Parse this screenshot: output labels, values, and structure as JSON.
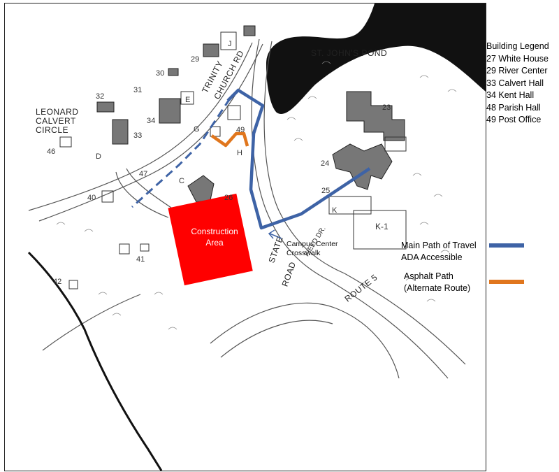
{
  "legend": {
    "title": "Building Legend",
    "items": [
      "27 White House",
      "29 River Center",
      "33 Calvert Hall",
      "34 Kent Hall",
      "48 Parish Hall",
      "49 Post Office"
    ]
  },
  "path_legend": {
    "main": {
      "line1": "Main Path of Travel",
      "line2": "ADA Accessible",
      "color": "#3e63a6"
    },
    "alternate": {
      "line1": "Asphalt Path",
      "line2": "(Alternate Route)",
      "color": "#e0761d"
    }
  },
  "map": {
    "pond_label": "ST. JOHN'S POND",
    "circle_label_1": "LEONARD",
    "circle_label_2": "CALVERT",
    "circle_label_3": "CIRCLE",
    "trinity_label_1": "TRINITY",
    "trinity_label_2": "CHURCH RD",
    "state_label": "STATE",
    "road_label": "ROAD",
    "route_label": "ROUTE 5",
    "field_label": "FIELD DR.",
    "construction_line1": "Construction",
    "construction_line2": "Area",
    "construction_color": "#ff0000",
    "crosswalk_line1": "Campus Center",
    "crosswalk_line2": "Crosswalk",
    "building_numbers": {
      "n23": "23",
      "n24": "24",
      "n25": "25",
      "n26": "26",
      "n29": "29",
      "n30": "30",
      "n31": "31",
      "n32": "32",
      "n33": "33",
      "n34": "34",
      "n40": "40",
      "n41": "41",
      "n42": "42",
      "n46": "46",
      "n47": "47",
      "n49": "49"
    },
    "building_letters": {
      "J": "J",
      "E": "E",
      "G": "G",
      "D": "D",
      "C": "C",
      "H": "H",
      "K": "K",
      "K1": "K-1"
    }
  }
}
